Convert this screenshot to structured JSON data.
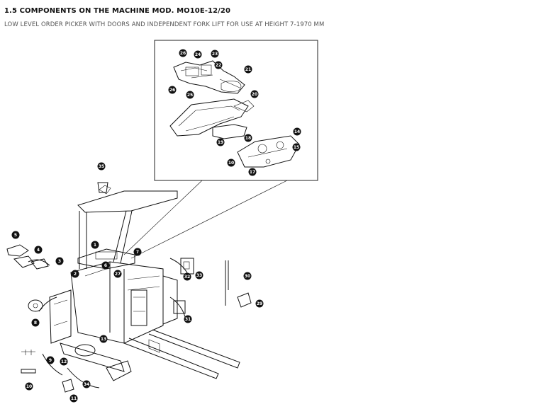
{
  "page": {
    "title": "1.5 COMPONENTS ON THE MACHINE MOD. MO10E-12/20",
    "subtitle": "LOW LEVEL ORDER PICKER WITH DOORS AND INDEPENDENT FORK LIFT FOR USE AT HEIGHT 7-1970 MM"
  },
  "callouts": [
    "26",
    "24",
    "23",
    "22",
    "21",
    "25",
    "26",
    "20",
    "19",
    "18",
    "14",
    "15",
    "10",
    "17",
    "35",
    "5",
    "4",
    "3",
    "1",
    "7",
    "6",
    "27",
    "2",
    "33",
    "32",
    "30",
    "29",
    "8",
    "31",
    "13",
    "9",
    "12",
    "10",
    "34",
    "11"
  ]
}
